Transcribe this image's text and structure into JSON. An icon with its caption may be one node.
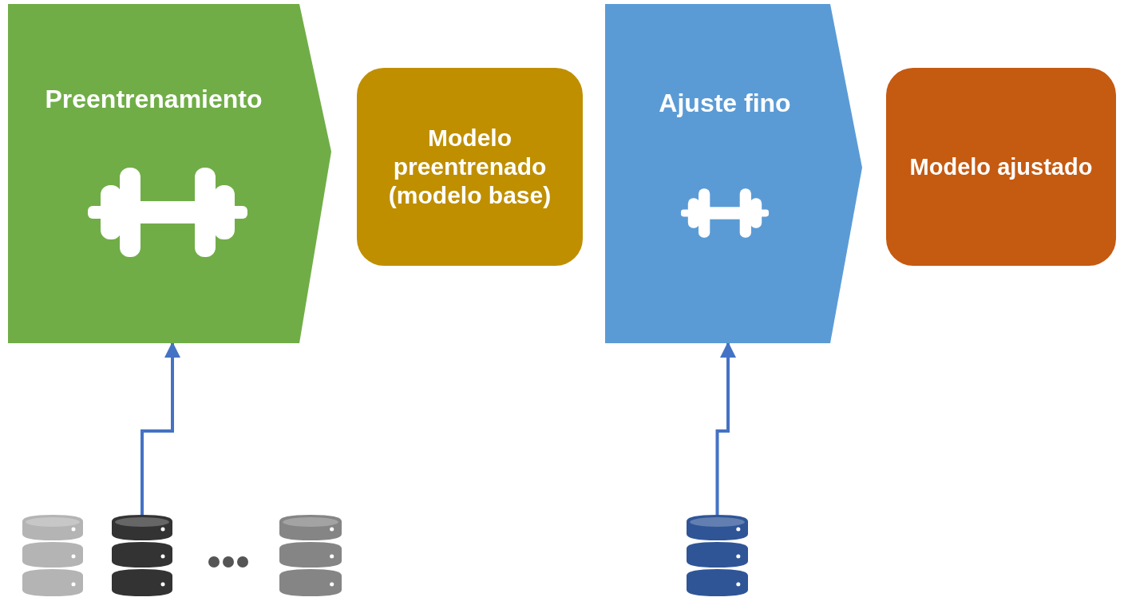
{
  "diagram": {
    "nodes": [
      {
        "text": [
          "Preentrenamiento"
        ]
      },
      {
        "text": [
          "Modelo preentrenado (modelo base)"
        ]
      },
      {
        "text": [
          "Ajuste fino"
        ]
      },
      {
        "text": [
          "Modelo ajustado"
        ]
      },
      {
        "text": [],
        "shape": "cylinder"
      },
      {
        "text": [],
        "shape": "cylinder"
      },
      {
        "text": [],
        "shape": "cylinder"
      },
      {
        "text": [],
        "shape": "cylinder"
      }
    ],
    "edges": [
      {
        "from": 5,
        "to": 0,
        "arrow": "to"
      },
      {
        "from": 7,
        "to": 2,
        "arrow": "to"
      }
    ]
  }
}
